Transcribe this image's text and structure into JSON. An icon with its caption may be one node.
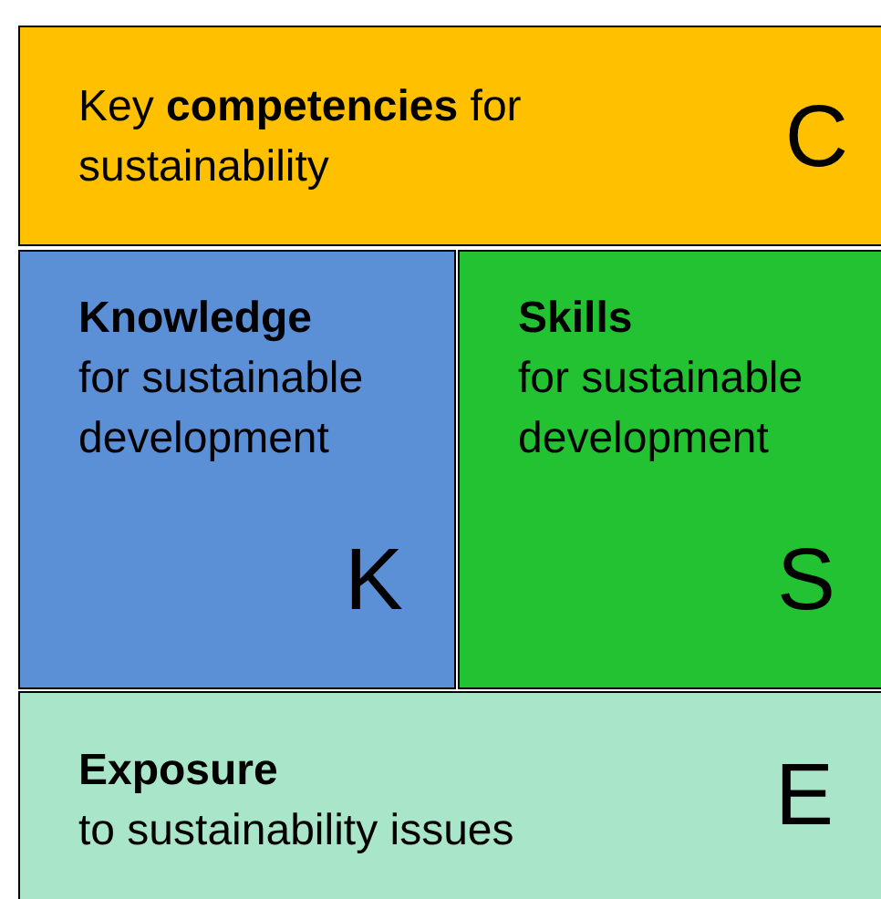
{
  "diagram": {
    "nodes": [
      {
        "text": [
          "Key **competencies** for sustainability",
          "C"
        ]
      },
      {
        "text": [
          "Knowledge",
          "for sustainable development",
          "K"
        ]
      },
      {
        "text": [
          "Skills",
          "for sustainable development",
          "S"
        ]
      },
      {
        "text": [
          "Exposure",
          "to sustainability issues",
          "E"
        ]
      }
    ]
  }
}
